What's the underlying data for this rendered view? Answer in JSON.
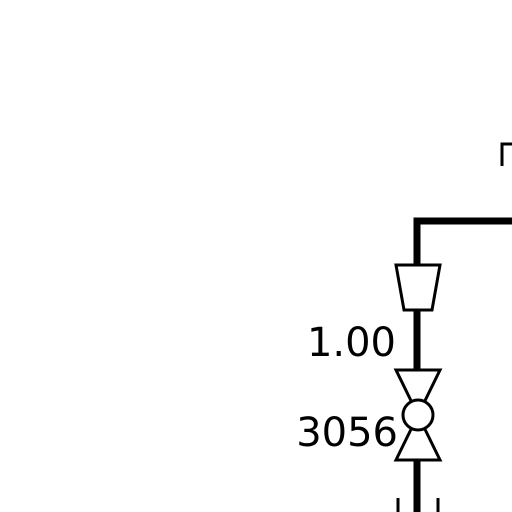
{
  "diagram": {
    "labels": {
      "size": "1.00",
      "tag": "3056"
    },
    "colors": {
      "line": "#000000",
      "background": "#ffffff"
    },
    "symbols": [
      "reducer-symbol",
      "control-valve-symbol",
      "flange-symbol",
      "pipe-line"
    ]
  }
}
